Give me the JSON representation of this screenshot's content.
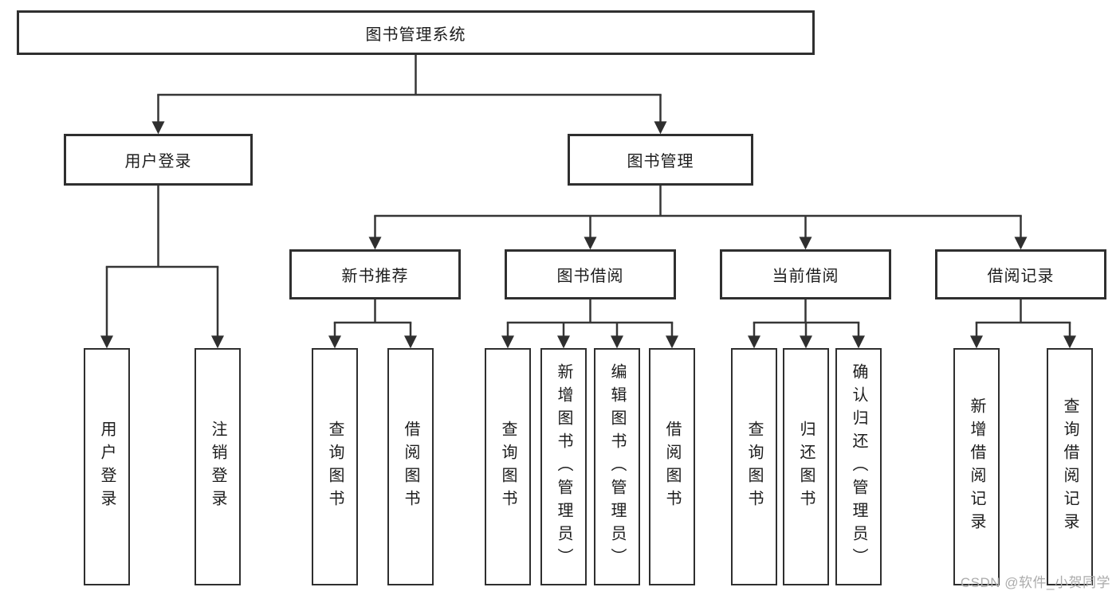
{
  "tree": {
    "label": "图书管理系统",
    "children": [
      {
        "label": "用户登录",
        "children": [
          {
            "label": "用户登录"
          },
          {
            "label": "注销登录"
          }
        ]
      },
      {
        "label": "图书管理",
        "children": [
          {
            "label": "新书推荐",
            "children": [
              {
                "label": "查询图书"
              },
              {
                "label": "借阅图书"
              }
            ]
          },
          {
            "label": "图书借阅",
            "children": [
              {
                "label": "查询图书"
              },
              {
                "label": "新增图书（管理员）"
              },
              {
                "label": "编辑图书（管理员）"
              },
              {
                "label": "借阅图书"
              }
            ]
          },
          {
            "label": "当前借阅",
            "children": [
              {
                "label": "查询图书"
              },
              {
                "label": "归还图书"
              },
              {
                "label": "确认归还（管理员）"
              }
            ]
          },
          {
            "label": "借阅记录",
            "children": [
              {
                "label": "新增借阅记录"
              },
              {
                "label": "查询借阅记录"
              }
            ]
          }
        ]
      }
    ]
  },
  "watermark": {
    "text": "CSDN @软件_小贺同学"
  },
  "colors": {
    "line": "#363636",
    "box_border": "#2f2f2f",
    "text": "#1c1c1c",
    "background": "#ffffff",
    "watermark": "#ababab"
  }
}
